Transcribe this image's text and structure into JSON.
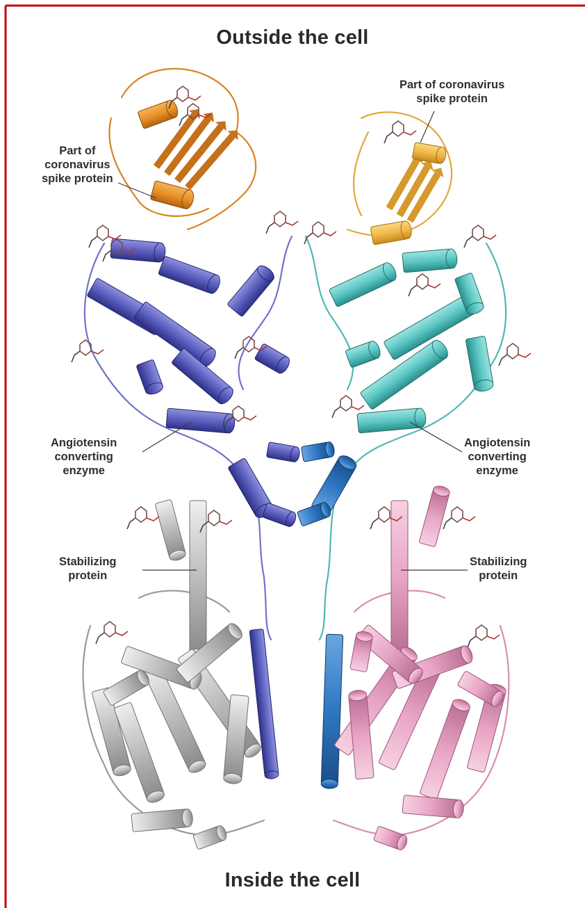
{
  "titles": {
    "top": "Outside the cell",
    "bottom": "Inside the cell"
  },
  "labels": {
    "spike_left": [
      "Part of",
      "coronavirus",
      "spike protein"
    ],
    "spike_right": [
      "Part of coronavirus",
      "spike protein"
    ],
    "ace_left": [
      "Angiotensin",
      "converting",
      "enzyme"
    ],
    "ace_right": [
      "Angiotensin",
      "converting",
      "enzyme"
    ],
    "stab_left": [
      "Stabilizing",
      "protein"
    ],
    "stab_right": [
      "Stabilizing",
      "protein"
    ]
  },
  "colors": {
    "frame": "#c00000",
    "spike_left": "#e8922a",
    "spike_right": "#f0b84a",
    "ace_left": "#5b5fbf",
    "ace_left_dark": "#2f2f86",
    "ace_right": "#5cc7c4",
    "ace_right_dark": "#2a8f8c",
    "blue_mid": "#2f78c4",
    "stab_left": "#bdbdbd",
    "stab_right": "#e8a5c5"
  }
}
